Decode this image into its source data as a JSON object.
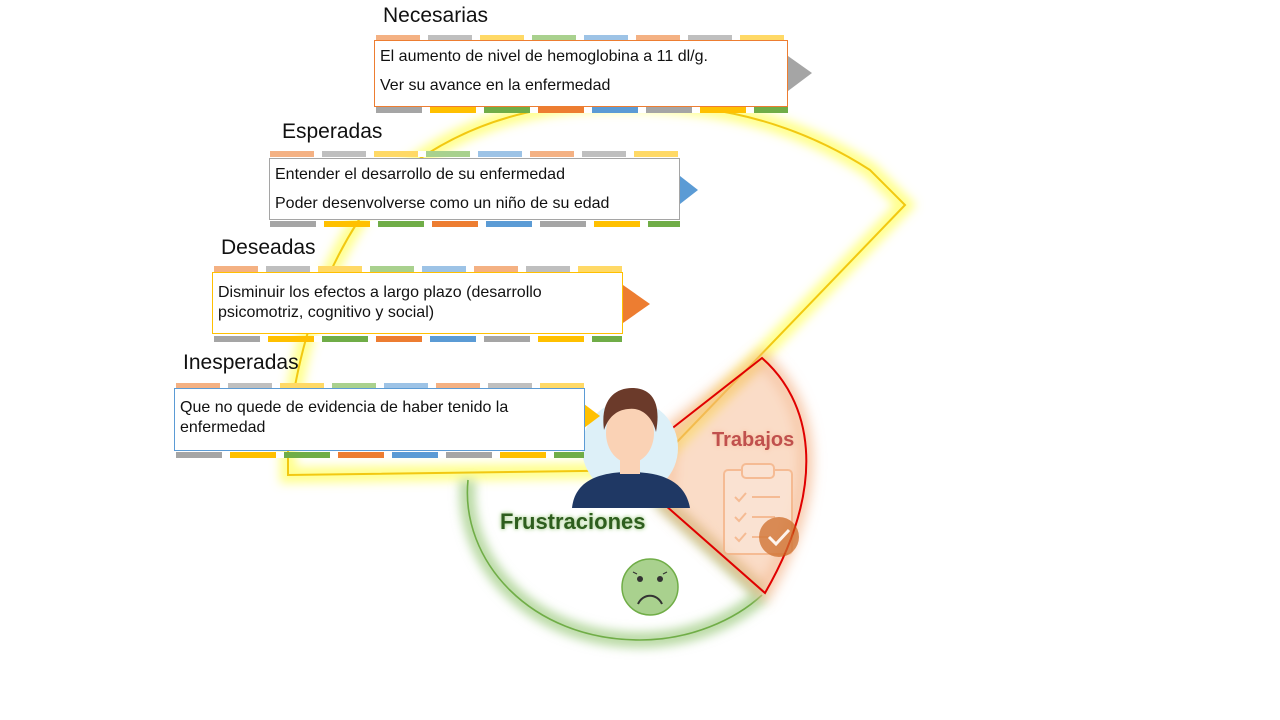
{
  "sections": [
    {
      "title": "Necesarias",
      "lines": [
        "El aumento de nivel de hemoglobina a 11 dl/g.",
        "Ver su avance en la  enfermedad"
      ],
      "accent": "#ED7D31",
      "arrow": "#A5A5A5"
    },
    {
      "title": "Esperadas",
      "lines": [
        "Entender el desarrollo de su enfermedad",
        "Poder desenvolverse como un niño de su edad"
      ],
      "accent": "#A5A5A5",
      "arrow": "#5B9BD5"
    },
    {
      "title": "Deseadas",
      "lines": [
        "Disminuir los efectos a  largo plazo (desarrollo psicomotriz, cognitivo y social)"
      ],
      "accent": "#FFC000",
      "arrow": "#ED7D31"
    },
    {
      "title": "Inesperadas",
      "lines": [
        "Que no quede de evidencia de haber tenido la enfermedad"
      ],
      "accent": "#5B9BD5",
      "arrow": "#FFC000"
    }
  ],
  "labels": {
    "trabajos": "Trabajos",
    "frustraciones": "Frustraciones"
  },
  "icons": {
    "person": "person-avatar-icon",
    "checklist": "clipboard-checklist-icon",
    "sad_face": "sad-face-icon"
  },
  "colors": {
    "ganancias_outline": "#F2C811",
    "ganancias_glow": "#FFFF66",
    "trabajos_outline": "#E00000",
    "trabajos_glow": "#F4B183",
    "frustraciones_outline": "#70AD47",
    "frustraciones_glow": "#A9D18E",
    "trabajos_text": "#C0504D",
    "frustraciones_text": "#2E5E1E"
  }
}
